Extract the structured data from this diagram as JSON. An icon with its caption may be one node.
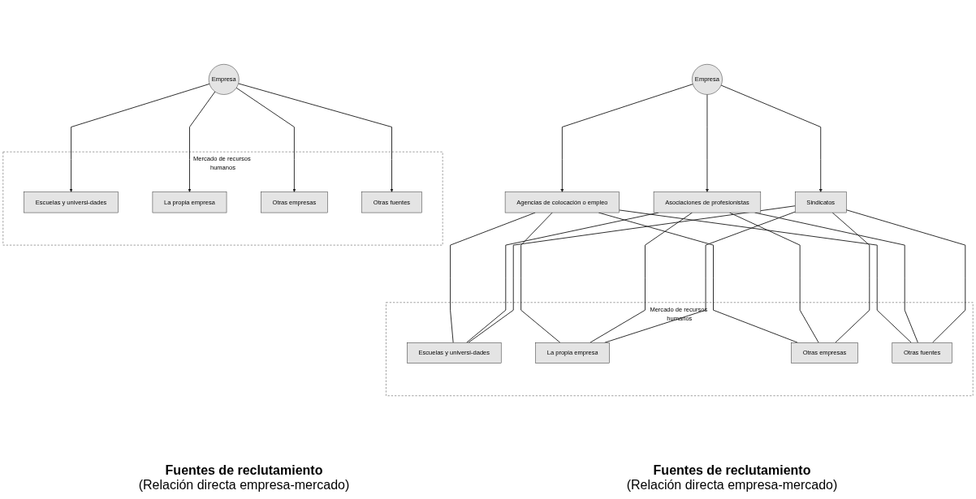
{
  "diagram": {
    "nodes": [
      {
        "text": [
          "Empresa"
        ]
      },
      {
        "text": [
          "Mercado de recursos humanos"
        ]
      },
      {
        "text": [
          "Escuelas y universi-dades"
        ],
        "in": 1
      },
      {
        "text": [
          "La propia empresa"
        ],
        "in": 1
      },
      {
        "text": [
          "Otras empresas"
        ],
        "in": 1
      },
      {
        "text": [
          "Otras fuentes"
        ],
        "in": 1
      },
      {
        "text": [
          "Empresa"
        ]
      },
      {
        "text": [
          "Agencias de colocación o empleo"
        ]
      },
      {
        "text": [
          "Asociaciones de profesionistas"
        ]
      },
      {
        "text": [
          "Sindicatos"
        ]
      },
      {
        "text": [
          "Mercado de recursos humanos"
        ]
      },
      {
        "text": [
          "Escuelas y universi-dades"
        ],
        "in": 10
      },
      {
        "text": [
          "La propia empresa"
        ],
        "in": 10
      },
      {
        "text": [
          "Otras empresas"
        ],
        "in": 10
      },
      {
        "text": [
          "Otras fuentes"
        ],
        "in": 10
      }
    ],
    "edges": [
      {
        "from": 0,
        "to": 2,
        "arrow": "to"
      },
      {
        "from": 0,
        "to": 3,
        "arrow": "to"
      },
      {
        "from": 0,
        "to": 4,
        "arrow": "to"
      },
      {
        "from": 0,
        "to": 5,
        "arrow": "to"
      },
      {
        "from": 6,
        "to": 7,
        "arrow": "to"
      },
      {
        "from": 6,
        "to": 8,
        "arrow": "to"
      },
      {
        "from": 6,
        "to": 9,
        "arrow": "to"
      },
      {
        "from": 7,
        "to": 11,
        "arrow": "none"
      },
      {
        "from": 7,
        "to": 12,
        "arrow": "none"
      },
      {
        "from": 7,
        "to": 13,
        "arrow": "none"
      },
      {
        "from": 7,
        "to": 14,
        "arrow": "none"
      },
      {
        "from": 8,
        "to": 11,
        "arrow": "none"
      },
      {
        "from": 8,
        "to": 12,
        "arrow": "none"
      },
      {
        "from": 8,
        "to": 13,
        "arrow": "none"
      },
      {
        "from": 8,
        "to": 14,
        "arrow": "none"
      },
      {
        "from": 9,
        "to": 11,
        "arrow": "none"
      },
      {
        "from": 9,
        "to": 12,
        "arrow": "none"
      },
      {
        "from": 9,
        "to": 13,
        "arrow": "none"
      },
      {
        "from": 9,
        "to": 14,
        "arrow": "none"
      }
    ],
    "labels": [
      "Fuentes de reclutamiento",
      "(Relación directa empresa-mercado)",
      "Fuentes de reclutamiento",
      "(Relación directa empresa-mercado)"
    ]
  }
}
